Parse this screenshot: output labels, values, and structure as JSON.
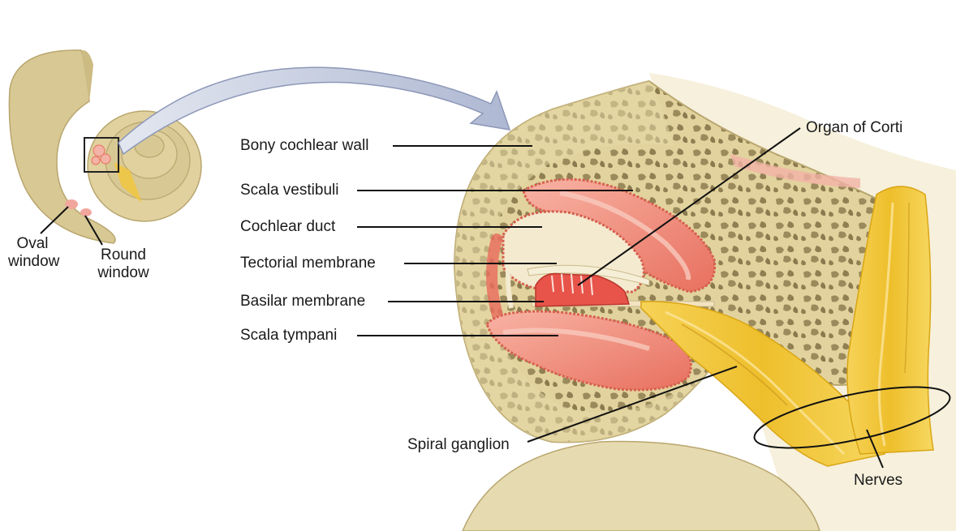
{
  "labels": {
    "oval_window": [
      "Oval",
      "window"
    ],
    "round_window": [
      "Round",
      "window"
    ],
    "bony_cochlear_wall": "Bony cochlear wall",
    "scala_vestibuli": "Scala vestibuli",
    "cochlear_duct": "Cochlear duct",
    "tectorial_membrane": "Tectorial membrane",
    "basilar_membrane": "Basilar membrane",
    "scala_tympani": "Scala tympani",
    "organ_of_corti": "Organ of Corti",
    "spiral_ganglion": "Spiral ganglion",
    "nerves": "Nerves"
  },
  "colors": {
    "bone": "#e3d6a4",
    "bone_dark": "#b9a66e",
    "pore": "#8a7a50",
    "duct": "#ef8c7c",
    "duct_light": "#f6c4b6",
    "membrane": "#f4ead0",
    "nerve": "#f2c53a",
    "nerve_dark": "#d9a514",
    "arrow": "#c5cde0",
    "leader": "#111111"
  }
}
